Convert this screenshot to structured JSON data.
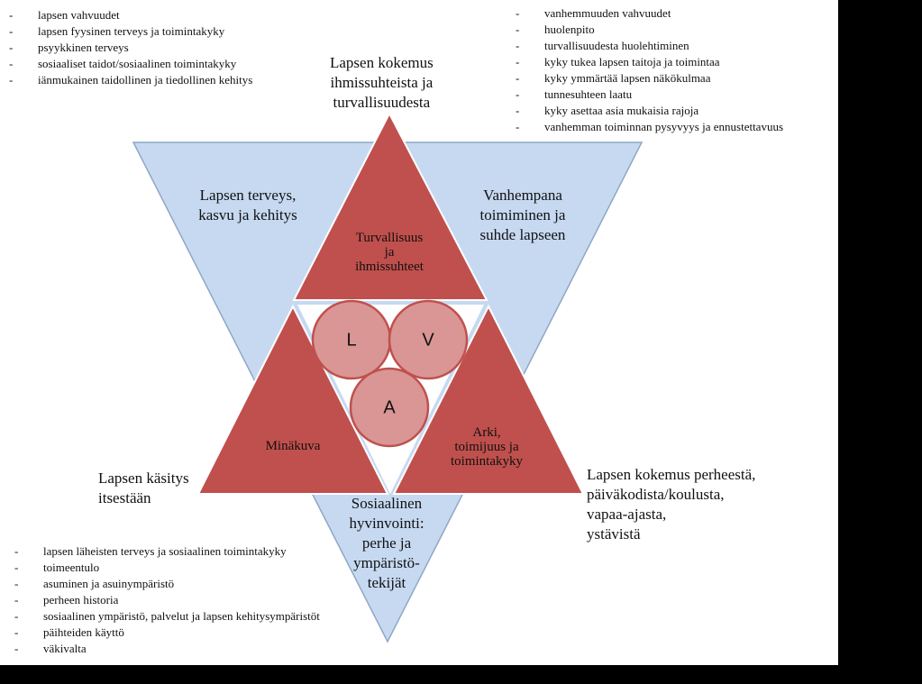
{
  "lists": {
    "child_items": [
      "lapsen vahvuudet",
      "lapsen fyysinen terveys ja toimintakyky",
      "psyykkinen terveys",
      "sosiaaliset taidot/sosiaalinen toimintakyky",
      "iänmukainen taidollinen ja tiedollinen kehitys"
    ],
    "parent_items": [
      "vanhemmuuden vahvuudet",
      "huolenpito",
      "turvallisuudesta huolehtiminen",
      "kyky tukea lapsen taitoja ja toimintaa",
      "kyky ymmärtää lapsen näkökulmaa",
      "tunnesuhteen laatu",
      "kyky asettaa asia mukaisia rajoja",
      "vanhemman toiminnan pysyvyys ja ennustettavuus"
    ],
    "environment_items": [
      "lapsen läheisten terveys ja sosiaalinen toimintakyky",
      "toimeentulo",
      "asuminen ja asuinympäristö",
      "perheen historia",
      "sosiaalinen ympäristö, palvelut ja lapsen kehitysympäristöt",
      "päihteiden käyttö",
      "väkivalta"
    ]
  },
  "outer_labels": {
    "top": [
      "Lapsen kokemus",
      "ihmissuhteista ja",
      "turvallisuudesta"
    ],
    "left": [
      "Lapsen käsitys",
      "itsestään"
    ],
    "right": [
      "Lapsen kokemus perheestä,",
      "päiväkodista/koulusta,",
      "vapaa-ajasta,",
      "ystävistä"
    ]
  },
  "blue_labels": {
    "left": [
      "Lapsen terveys,",
      "kasvu ja kehitys"
    ],
    "right": [
      "Vanhempana",
      "toimiminen ja",
      "suhde lapseen"
    ],
    "bottom": [
      "Sosiaalinen",
      "hyvinvointi:",
      "perhe ja",
      "ympäristö-",
      "tekijät"
    ]
  },
  "red_labels": {
    "top": [
      "Turvallisuus",
      "ja",
      "ihmissuhteet"
    ],
    "left": [
      "Minäkuva"
    ],
    "right": [
      "Arki,",
      "toimijuus ja",
      "toimintakyky"
    ]
  },
  "circles": {
    "l": "L",
    "v": "V",
    "a": "A"
  },
  "colors": {
    "blue": "#c6d9f1",
    "red": "#c0504d",
    "circle": "#d99694"
  }
}
